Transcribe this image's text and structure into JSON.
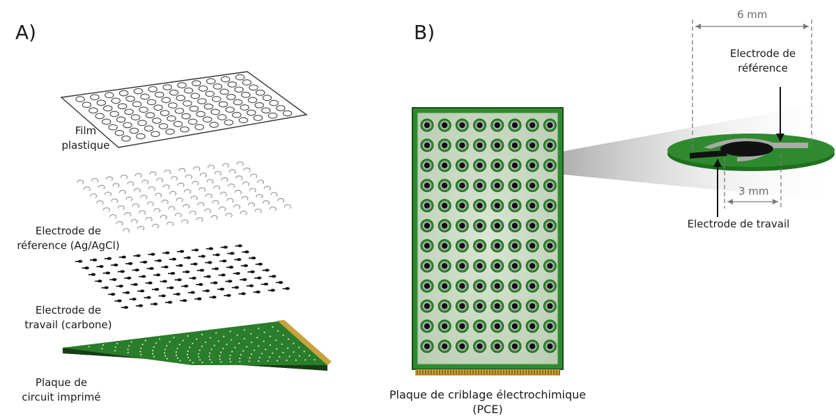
{
  "panels": {
    "a": "A)",
    "b": "B)"
  },
  "layers": {
    "film": [
      "Film",
      "plastique"
    ],
    "reference": [
      "Electrode de",
      "réference (Ag/AgCl)"
    ],
    "working": [
      "Electrode de",
      "travail (carbone)"
    ],
    "pcb": [
      "Plaque de",
      "circuit imprimé"
    ]
  },
  "plate": {
    "caption": [
      "Plaque de criblage électrochimique",
      "(PCE)"
    ]
  },
  "detail": {
    "width_outer": "6 mm",
    "width_inner": "3 mm",
    "reference_label": [
      "Electrode de",
      "référence"
    ],
    "working_label": "Electrode de travail"
  },
  "colors": {
    "pcb_green": "#2f8a2f",
    "pcb_dark": "#1f5f1f",
    "gold": "#c8a23a",
    "electrode_black": "#111111",
    "reference_grey": "#a9a9a9"
  },
  "grid": {
    "rows": 12,
    "cols": 8
  }
}
